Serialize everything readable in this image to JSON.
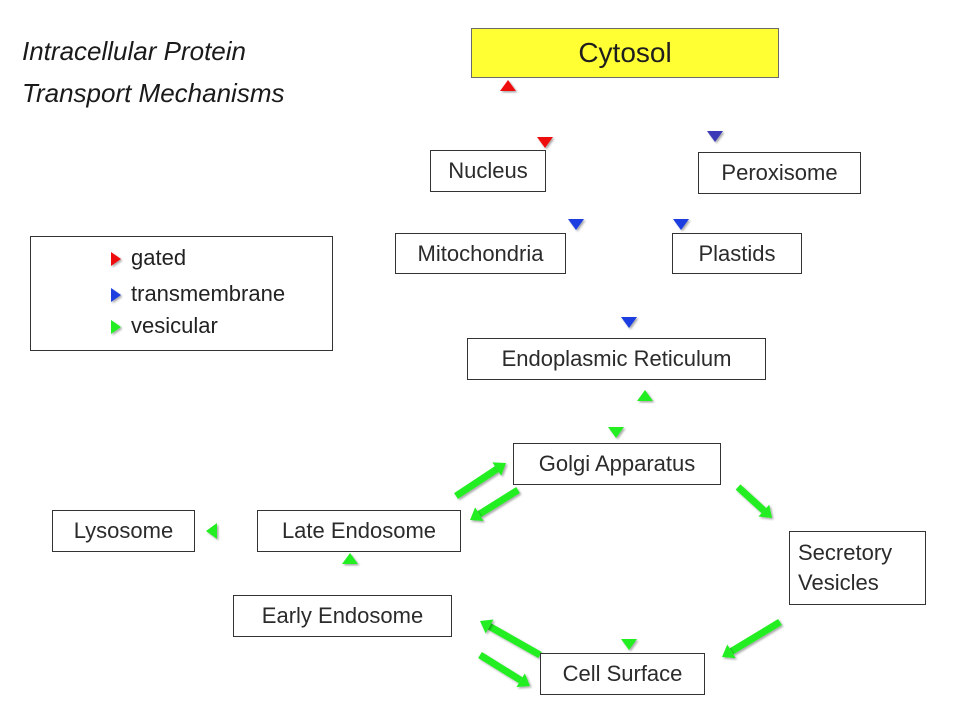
{
  "title": {
    "line1": "Intracellular Protein",
    "line2": "Transport Mechanisms"
  },
  "colors": {
    "gated": "#ee1111",
    "transmembrane": "#1a3ee0",
    "transmembrane_dark": "#3a3ab8",
    "vesicular": "#22ee22",
    "cytosol_fill": "#ffff33"
  },
  "nodes": {
    "cytosol": "Cytosol",
    "nucleus": "Nucleus",
    "peroxisome": "Peroxisome",
    "mitochondria": "Mitochondria",
    "plastids": "Plastids",
    "er": "Endoplasmic Reticulum",
    "golgi": "Golgi Apparatus",
    "lysosome": "Lysosome",
    "late_endosome": "Late Endosome",
    "early_endosome": "Early Endosome",
    "secretory_line1": "Secretory",
    "secretory_line2": "Vesicles",
    "cell_surface": "Cell Surface"
  },
  "legend": [
    {
      "label": "gated",
      "color_key": "gated"
    },
    {
      "label": "transmembrane",
      "color_key": "transmembrane"
    },
    {
      "label": "vesicular",
      "color_key": "vesicular"
    }
  ],
  "arrows": [
    {
      "from": "Nucleus",
      "to": "Cytosol",
      "type": "gated"
    },
    {
      "from": "Cytosol",
      "to": "Nucleus",
      "type": "gated"
    },
    {
      "from": "Cytosol",
      "to": "Mitochondria",
      "type": "transmembrane"
    },
    {
      "from": "Cytosol",
      "to": "Endoplasmic Reticulum",
      "type": "transmembrane"
    },
    {
      "from": "Cytosol",
      "to": "Plastids",
      "type": "transmembrane"
    },
    {
      "from": "Cytosol",
      "to": "Peroxisome",
      "type": "transmembrane"
    },
    {
      "from": "Endoplasmic Reticulum",
      "to": "Golgi Apparatus",
      "type": "vesicular"
    },
    {
      "from": "Golgi Apparatus",
      "to": "Endoplasmic Reticulum",
      "type": "vesicular"
    },
    {
      "from": "Late Endosome",
      "to": "Golgi Apparatus",
      "type": "vesicular"
    },
    {
      "from": "Golgi Apparatus",
      "to": "Late Endosome",
      "type": "vesicular"
    },
    {
      "from": "Late Endosome",
      "to": "Lysosome",
      "type": "vesicular"
    },
    {
      "from": "Early Endosome",
      "to": "Late Endosome",
      "type": "vesicular"
    },
    {
      "from": "Golgi Apparatus",
      "to": "Secretory Vesicles",
      "type": "vesicular"
    },
    {
      "from": "Golgi Apparatus",
      "to": "Cell Surface",
      "type": "vesicular"
    },
    {
      "from": "Secretory Vesicles",
      "to": "Cell Surface",
      "type": "vesicular"
    },
    {
      "from": "Cell Surface",
      "to": "Early Endosome",
      "type": "vesicular"
    },
    {
      "from": "Early Endosome",
      "to": "Cell Surface",
      "type": "vesicular"
    }
  ]
}
